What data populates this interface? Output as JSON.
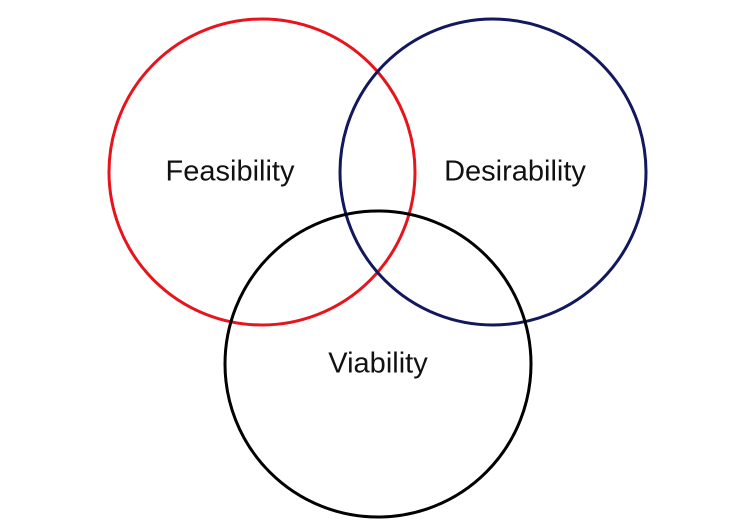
{
  "diagram": {
    "type": "venn",
    "sets": [
      {
        "id": "feasibility",
        "label": "Feasibility",
        "color": "#e8141c"
      },
      {
        "id": "desirability",
        "label": "Desirability",
        "color": "#12175e"
      },
      {
        "id": "viability",
        "label": "Viability",
        "color": "#000000"
      }
    ]
  }
}
